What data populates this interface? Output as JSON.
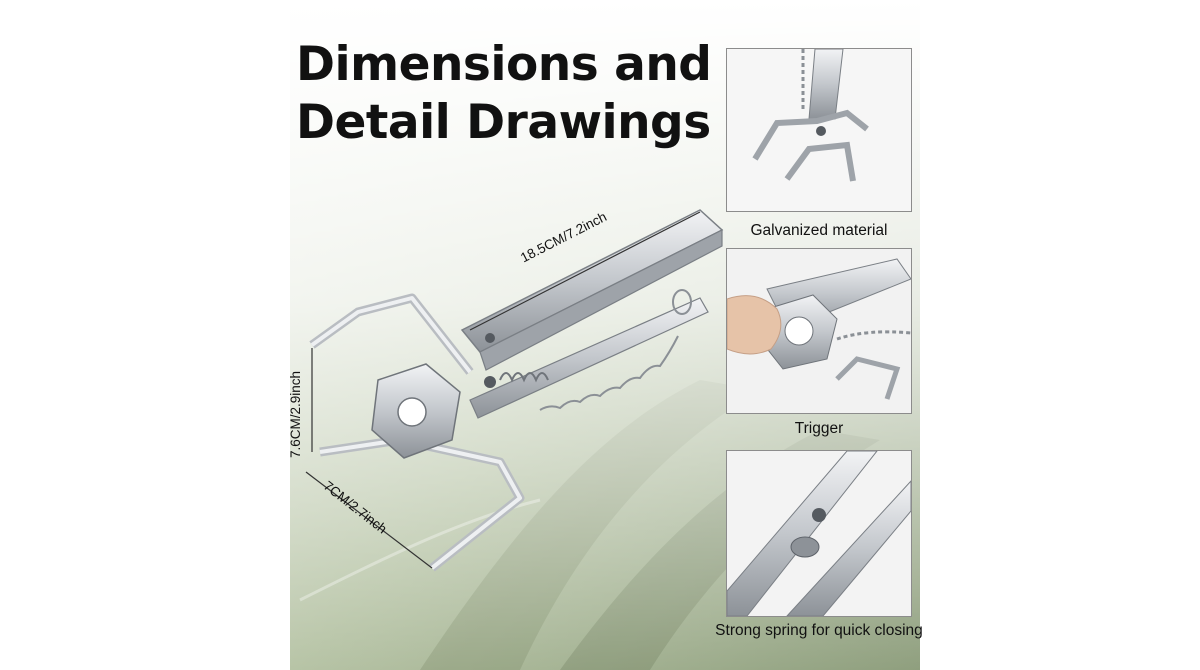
{
  "title_line1": "Dimensions and",
  "title_line2": "Detail Drawings",
  "dimensions": {
    "length": "18.5CM/7.2inch",
    "height": "7.6CM/2.9inch",
    "width": "7CM/2.7inch"
  },
  "details": [
    {
      "caption": "Galvanized material"
    },
    {
      "caption": "Trigger"
    },
    {
      "caption": "Strong spring for quick closing"
    }
  ],
  "colors": {
    "background_green": "#a7b896",
    "metal": "#c9ccd1",
    "text": "#111111"
  }
}
